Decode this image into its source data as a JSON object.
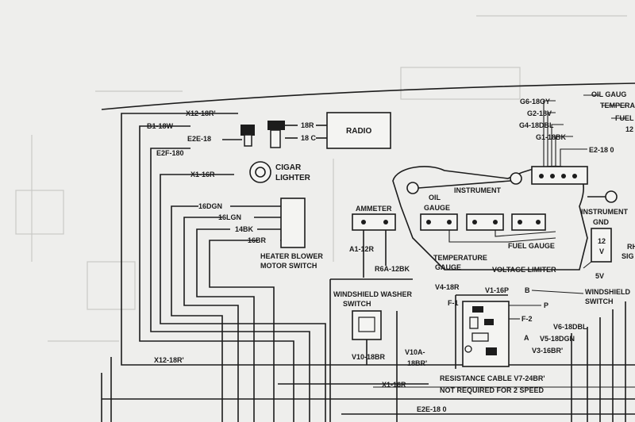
{
  "labels": {
    "oil_gauge_top": "OIL GAUG",
    "temperature_top": "TEMPERA",
    "fuel_top": "FUEL",
    "twelve_top": "12",
    "g6": "G6-18GY",
    "g2": "G2-18V",
    "g4": "G4-18DBL",
    "g1": "G1-18BK",
    "e2_top": "E2-18 0",
    "x12_top": "X12-18R'",
    "b1": "B1-18W",
    "e2e": "E2E-18",
    "e2f": "E2F-180",
    "r18": "18R",
    "c18": "18 C",
    "radio": "RADIO",
    "x1_16r": "X1-16R",
    "cigar": "CIGAR",
    "lighter": "LIGHTER",
    "dgn16": "16DGN",
    "lgn16": "16LGN",
    "bk14": "14BK",
    "br16": "16BR",
    "heater1": "HEATER BLOWER",
    "heater2": "MOTOR SWITCH",
    "ammeter": "AMMETER",
    "a1": "A1-12R",
    "r6a": "R6A-12BK",
    "instrument": "INSTRUMENT",
    "oil": "OIL",
    "gauge": "GAUGE",
    "fuel_gauge": "FUEL GAUGE",
    "temperature": "TEMPERATURE",
    "temp_gauge": "GAUGE",
    "voltage": "VOLTAGE LIMITER",
    "inst_right": "INSTRUMENT",
    "gnd": "GND",
    "v12": "12",
    "v": "V",
    "v5": "5V",
    "rh": "RH",
    "sig": "SIG",
    "ws_washer1": "WINDSHIELD WASHER",
    "ws_washer2": "SWITCH",
    "v4": "V4-18R",
    "f1": "F-1",
    "v1": "V1-16P",
    "b": "B",
    "p": "P",
    "f2": "F-2",
    "ws_switch1": "WINDSHIELD",
    "ws_switch2": "SWITCH",
    "v6": "V6-18DBL",
    "v5dgn": "V5-18DGN",
    "a": "A",
    "v3": "V3-16BR'",
    "v10": "V10-18BR",
    "v10a": "V10A-",
    "br18": "18BR'",
    "x12_bottom": "X12-18R'",
    "resistance": "RESISTANCE CABLE V7-24BR'",
    "x1_bottom": "X1-16R",
    "not_required": "NOT REQUIRED FOR 2 SPEED",
    "e2e_bottom": "E2E-18 0"
  }
}
